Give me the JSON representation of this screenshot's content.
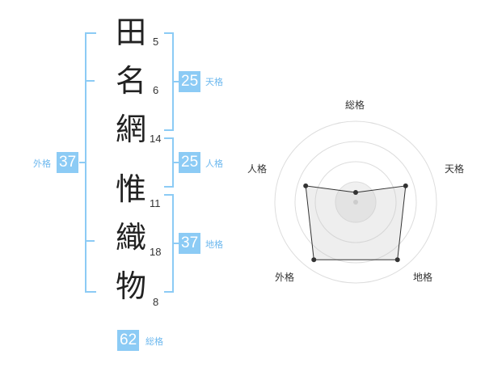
{
  "name_chars": [
    {
      "char": "田",
      "strokes": "5"
    },
    {
      "char": "名",
      "strokes": "6"
    },
    {
      "char": "網",
      "strokes": "14"
    },
    {
      "char": "惟",
      "strokes": "11"
    },
    {
      "char": "織",
      "strokes": "18"
    },
    {
      "char": "物",
      "strokes": "8"
    }
  ],
  "fortunes": {
    "tenkaku": {
      "value": "25",
      "label": "天格"
    },
    "jinkaku": {
      "value": "25",
      "label": "人格"
    },
    "chikaku": {
      "value": "37",
      "label": "地格"
    },
    "gaikaku": {
      "value": "37",
      "label": "外格"
    },
    "soukaku": {
      "value": "62",
      "label": "総格"
    }
  },
  "colors": {
    "accent": "#8ccbf5",
    "accent_text": "#6db8ee"
  },
  "chart_data": {
    "type": "radar",
    "axes": [
      "総格",
      "天格",
      "地格",
      "外格",
      "人格"
    ],
    "values": [
      0.12,
      0.65,
      0.88,
      0.88,
      0.65
    ],
    "rings": 4,
    "center_dot": true
  }
}
